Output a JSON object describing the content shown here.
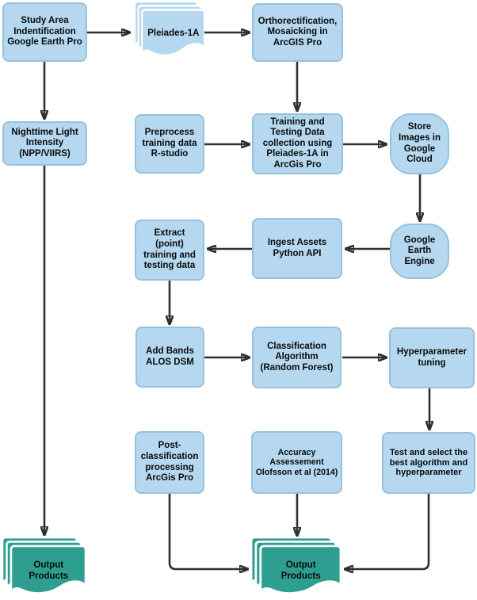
{
  "diagram": {
    "type": "flowchart",
    "colors": {
      "process_fill": "#b5d8f0",
      "process_border": "#98c1dd",
      "document_teal": "#2d9e8f",
      "arrow": "#303030",
      "text": "#0a0a0a",
      "background": "#ffffff"
    },
    "nodes": [
      {
        "id": "study-area",
        "shape": "process",
        "label": "Study Area\nIndentification\nGoogle Earth Pro"
      },
      {
        "id": "pleiades",
        "shape": "document-stack",
        "label": "Pleiades-1A"
      },
      {
        "id": "orthorectification",
        "shape": "process",
        "label": "Orthorectification,\nMosaicking in\nArcGIS Pro"
      },
      {
        "id": "nighttime-light",
        "shape": "process",
        "label": "Nighttime Light\nIntensity\n(NPP/VIIRS)"
      },
      {
        "id": "preprocess",
        "shape": "process",
        "label": "Preprocess\ntraining data\nR-studio"
      },
      {
        "id": "training-testing",
        "shape": "process",
        "label": "Training and\nTesting Data\ncollection using\nPleiades-1A in\nArcGis Pro"
      },
      {
        "id": "store-images",
        "shape": "stored-data",
        "label": "Store\nImages in\nGoogle\nCloud"
      },
      {
        "id": "extract-points",
        "shape": "process",
        "label": "Extract\n(point)\ntraining and\ntesting data"
      },
      {
        "id": "ingest-assets",
        "shape": "process",
        "label": "Ingest Assets\nPython API"
      },
      {
        "id": "google-earth-engine",
        "shape": "stored-data",
        "label": "Google\nEarth\nEngine"
      },
      {
        "id": "add-bands",
        "shape": "process",
        "label": "Add Bands\nALOS DSM"
      },
      {
        "id": "classification",
        "shape": "process",
        "label": "Classification\nAlgorithm\n(Random Forest)"
      },
      {
        "id": "hyperparameter",
        "shape": "process",
        "label": "Hyperparameter\ntuning"
      },
      {
        "id": "post-classification",
        "shape": "process",
        "label": "Post-\nclassification\nprocessing\nArcGis Pro"
      },
      {
        "id": "accuracy",
        "shape": "process",
        "label": "Accuracy\nAssessement\nOlofsson et al (2014)"
      },
      {
        "id": "test-select",
        "shape": "process",
        "label": "Test and select the\nbest algorithm and\nhyperparameter"
      },
      {
        "id": "output-left",
        "shape": "document-stack",
        "label": "Output\nProducts"
      },
      {
        "id": "output-middle",
        "shape": "document-stack",
        "label": "Output\nProducts"
      }
    ]
  }
}
